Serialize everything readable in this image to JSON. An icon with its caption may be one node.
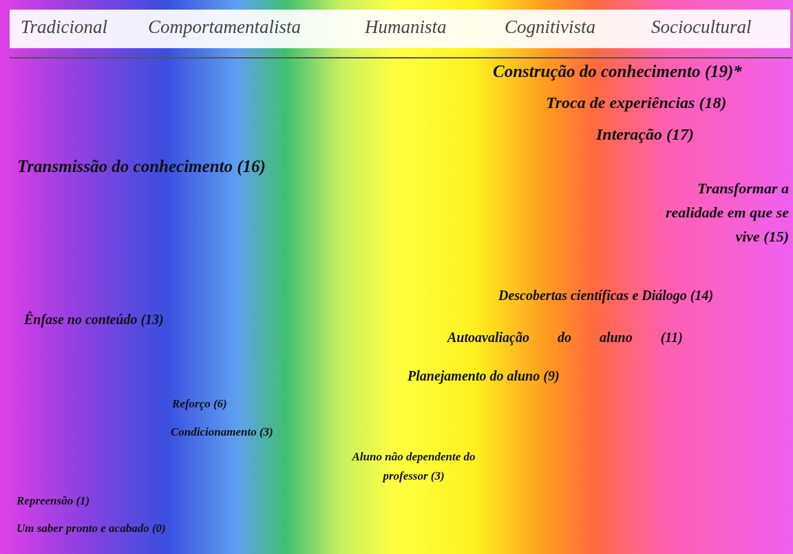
{
  "diagram": {
    "labels": [
      "Tradicional",
      "Comportamentalista",
      "Humanista",
      "Cognitivista",
      "Sociocultural",
      "Construção do conhecimento (19)*",
      "Troca de experiências (18)",
      "Interação (17)",
      "Transmissão do conhecimento (16)",
      "Transformar a realidade em que se vive (15)",
      "Descobertas científicas e Diálogo (14)",
      "Ênfase no conteúdo (13)",
      "Autoavaliação do aluno (11)",
      "Planejamento do aluno (9)",
      "Reforço (6)",
      "Condicionamento (3)",
      "Aluno não dependente do professor (3)",
      "Repreensão (1)",
      "Um saber pronto e acabado (0)"
    ]
  }
}
